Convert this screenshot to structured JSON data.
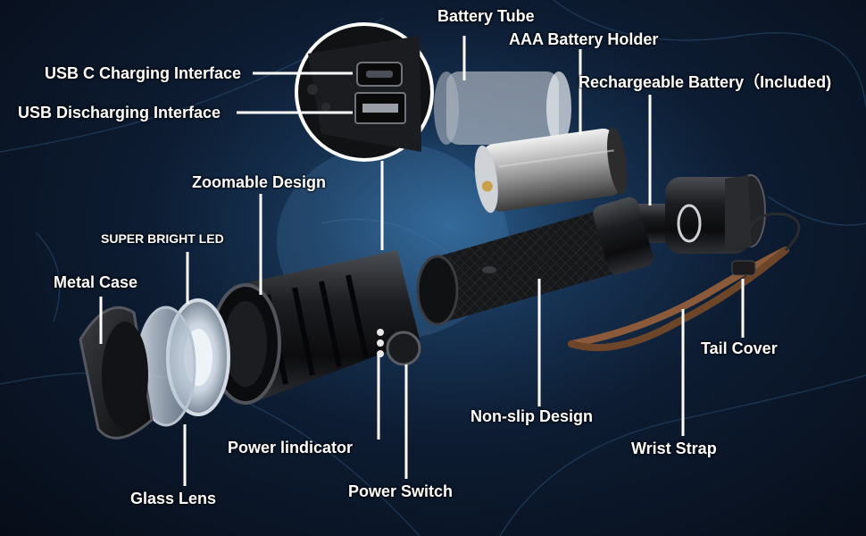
{
  "labels": {
    "usb_c": "USB C Charging Interface",
    "usb_out": "USB Discharging Interface",
    "battery_tube": "Battery Tube",
    "aaa_holder": "AAA Battery Holder",
    "rechargeable": "Rechargeable Battery（Included)",
    "zoomable": "Zoomable Design",
    "super_led": "SUPER BRIGHT LED",
    "metal_case": "Metal Case",
    "glass_lens": "Glass Lens",
    "power_indicator": "Power lindicator",
    "power_switch": "Power Switch",
    "non_slip": "Non-slip Design",
    "tail_cover": "Tail Cover",
    "wrist_strap": "Wrist Strap"
  },
  "colors": {
    "background": "#0a1322",
    "glow": "#2b5f8e",
    "label_text": "#ffffff",
    "leader_line": "#ffffff",
    "body_metal": "#1a1a1c",
    "strap": "#8a5a3a"
  },
  "icons": {
    "flashlight": "exploded-flashlight-icon",
    "usb_port": "usb-port-icon",
    "battery": "battery-icon",
    "strap": "wrist-strap-icon"
  }
}
